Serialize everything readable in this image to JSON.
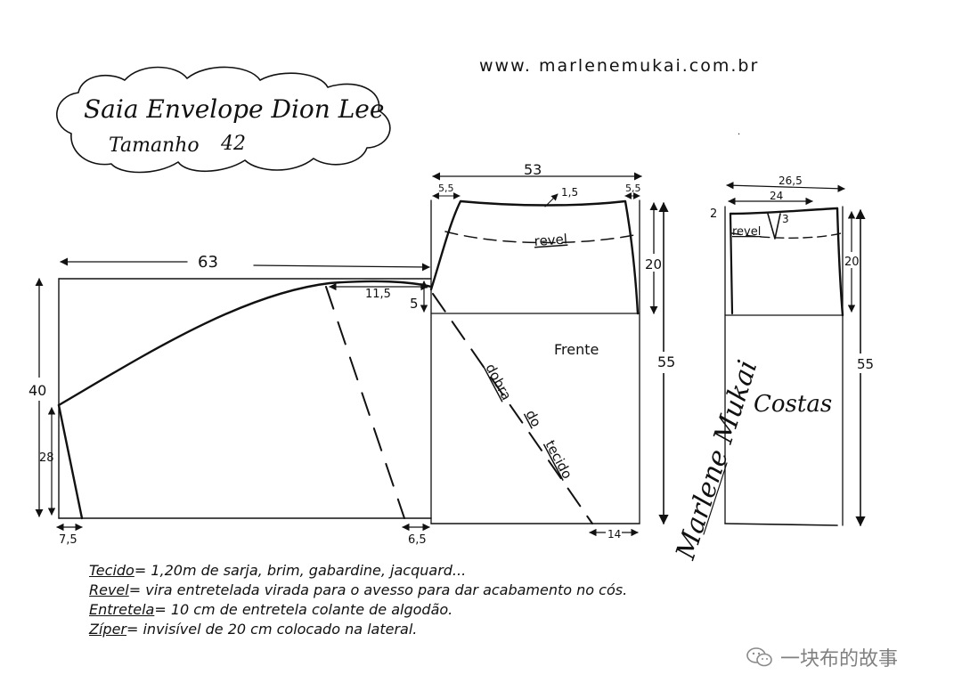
{
  "header": {
    "website": "www. marlenemukai.com.br",
    "title": "Saia Envelope Dion Lee",
    "size_label": "Tamanho",
    "size_value": "42"
  },
  "left_piece": {
    "width_label": "63",
    "height_label": "40",
    "lower_height_label": "28",
    "curve_label": "11,5",
    "drop_label": "5",
    "bottom_left_label": "7,5",
    "bottom_right_label": "6,5"
  },
  "front_piece": {
    "top_width_label": "53",
    "left_offset_label": "5,5",
    "right_offset_label": "5,5",
    "waist_curve_label": "1,5",
    "facing_label": "revel",
    "facing_height_label": "20",
    "name": "Frente",
    "length_label": "55",
    "fold_label_1": "dobra",
    "fold_label_2": "do",
    "fold_label_3": "tecido",
    "bottom_label": "14"
  },
  "back_piece": {
    "top_width_label": "26,5",
    "inner_width_label": "24",
    "left_drop_label": "2",
    "dart_label": "3",
    "facing_label": "revel",
    "facing_height_label": "20",
    "name": "Costas",
    "length_label": "55"
  },
  "signature": "Marlene Mukai",
  "notes": [
    {
      "term": "Tecido",
      "text": "1,20m de sarja, brim, gabardine, jacquard..."
    },
    {
      "term": "Revel",
      "text": "vira entretelada virada para o avesso para dar acabamento no cós."
    },
    {
      "term": "Entretela",
      "text": "10 cm de entretela colante de algodão."
    },
    {
      "term": "Zíper",
      "text": "invisível de 20 cm colocado na lateral."
    }
  ],
  "watermark": "一块布的故事"
}
